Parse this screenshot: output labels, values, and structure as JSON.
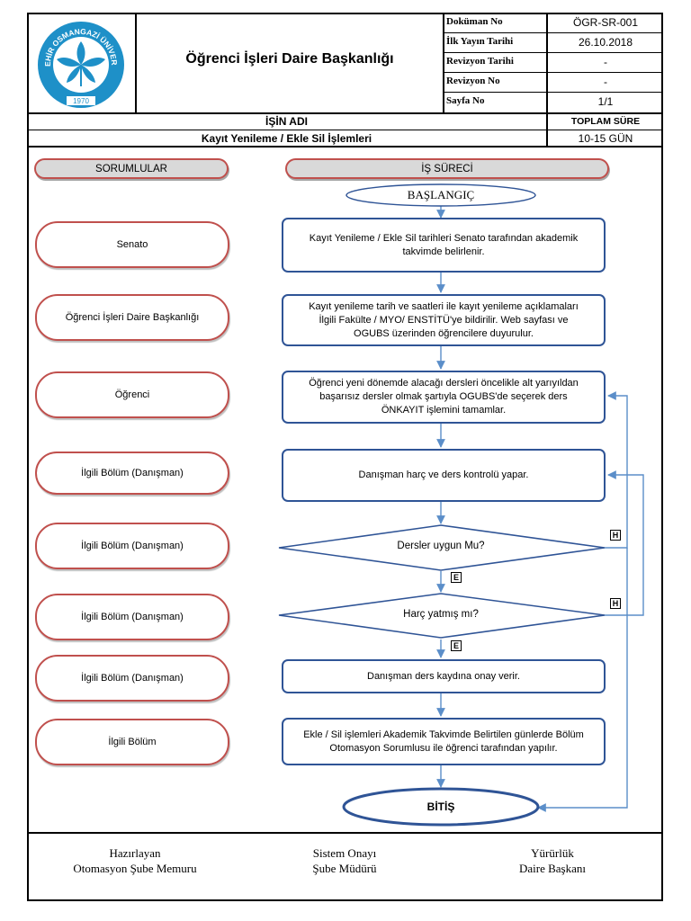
{
  "header": {
    "title": "Öğrenci İşleri Daire Başkanlığı",
    "logo": {
      "ring_text": "ESKİŞEHİR OSMANGAZİ ÜNİVERSİTESİ",
      "year": "1970",
      "color": "#1e90c8"
    },
    "meta": [
      {
        "label": "Doküman No",
        "value": "ÖGR-SR-001"
      },
      {
        "label": "İlk Yayın Tarihi",
        "value": "26.10.2018"
      },
      {
        "label": "Revizyon Tarihi",
        "value": "-"
      },
      {
        "label": "Revizyon No",
        "value": "-"
      },
      {
        "label": "Sayfa No",
        "value": "1/1"
      }
    ],
    "job_label": "İŞİN ADI",
    "job_name": "Kayıt Yenileme / Ekle Sil İşlemleri",
    "total_label": "TOPLAM SÜRE",
    "total_value": "10-15 GÜN"
  },
  "columns": {
    "responsible": "SORUMLULAR",
    "process": "İŞ SÜRECİ"
  },
  "flow": {
    "start": "BAŞLANGIÇ",
    "end": "BİTİŞ",
    "steps": [
      {
        "role": "Senato",
        "lines": [
          "Kayıt Yenileme / Ekle Sil tarihleri Senato tarafından akademik",
          "takvimde belirlenir."
        ]
      },
      {
        "role": "Öğrenci İşleri Daire Başkanlığı",
        "lines": [
          "Kayıt yenileme tarih ve saatleri ile kayıt yenileme açıklamaları",
          "İlgili Fakülte / MYO/ ENSTİTÜ'ye bildirilir. Web sayfası ve",
          "OGUBS üzerinden öğrencilere duyurulur."
        ]
      },
      {
        "role": "Öğrenci",
        "lines": [
          "Öğrenci yeni dönemde alacağı dersleri öncelikle alt yarıyıldan",
          "başarısız dersler olmak şartıyla OGUBS'de seçerek ders",
          "ÖNKAYIT işlemini tamamlar."
        ]
      },
      {
        "role": "İlgili Bölüm  (Danışman)",
        "lines": [
          "Danışman harç ve ders kontrolü yapar."
        ]
      },
      {
        "role": "İlgili Bölüm  (Danışman)",
        "lines": [
          "Dersler uygun Mu?"
        ]
      },
      {
        "role": "İlgili Bölüm  (Danışman)",
        "lines": [
          "Harç yatmış mı?"
        ]
      },
      {
        "role": "İlgili Bölüm (Danışman)",
        "lines": [
          "Danışman ders kaydına onay verir."
        ]
      },
      {
        "role": "İlgili Bölüm",
        "lines": [
          "Ekle / Sil işlemleri Akademik Takvimde Belirtilen günlerde Bölüm",
          "Otomasyon Sorumlusu ile öğrenci tarafından yapılır."
        ]
      }
    ],
    "yes_label": "E",
    "no_label": "H"
  },
  "footer": [
    {
      "title": "Hazırlayan",
      "person": "Otomasyon Şube Memuru"
    },
    {
      "title": "Sistem Onayı",
      "person": "Şube Müdürü"
    },
    {
      "title": "Yürürlük",
      "person": "Daire Başkanı"
    }
  ]
}
